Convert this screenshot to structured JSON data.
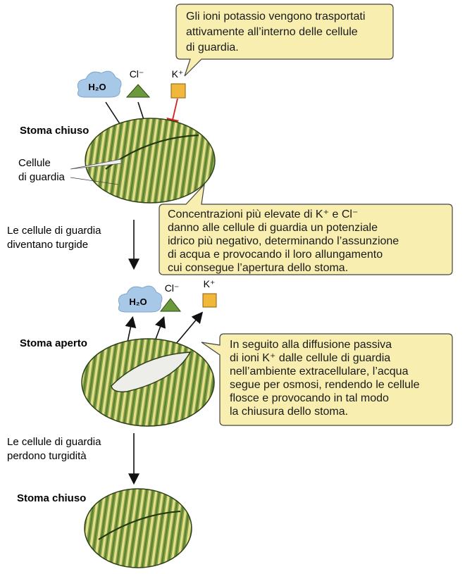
{
  "callouts": {
    "top": [
      "Gli ioni potassio vengono trasportati",
      "attivamente all’interno delle cellule",
      "di guardia."
    ],
    "middle": [
      "Concentrazioni più elevate di K⁺ e Cl⁻",
      "danno alle cellule di guardia un potenziale",
      "idrico più negativo, determinando l’assunzione",
      "di acqua e provocando il loro allungamento",
      "cui consegue l’apertura dello stoma."
    ],
    "lower": [
      "In seguito alla diffusione passiva",
      "di ioni K⁺ dalle cellule di guardia",
      "nell’ambiente extracellulare, l’acqua",
      "segue per osmosi, rendendo le cellule",
      "flosce e provocando in tal modo",
      "la chiusura dello stoma."
    ]
  },
  "stages": {
    "closed_1": "Stoma chiuso",
    "open": "Stoma aperto",
    "closed_2": "Stoma chiuso"
  },
  "labels": {
    "guard_cells": [
      "Cellule",
      "di guardia"
    ],
    "step_turgid": [
      "Le cellule di guardia",
      "diventano turgide"
    ],
    "step_lose": [
      "Le cellule di guardia",
      "perdono turgidità"
    ]
  },
  "ions": {
    "water": "H₂O",
    "chloride": "Cl⁻",
    "potassium": "K⁺"
  },
  "colors": {
    "callout_fill": "#f7eeb0",
    "leaf_green": "#6b8f3a",
    "stripe_yellow": "#e6e28a",
    "triangle_green": "#6a9a3c",
    "square_orange": "#f0b73a",
    "water_blue": "#a8c8e8",
    "red_arrow": "#d42020"
  }
}
